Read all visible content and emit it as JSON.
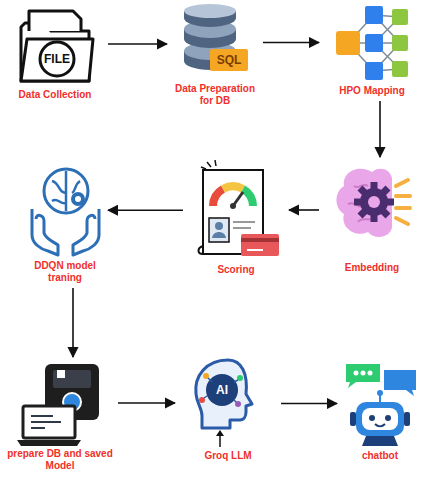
{
  "diagram": {
    "nodes": [
      {
        "text": [
          "Data Collection"
        ]
      },
      {
        "text": [
          "Data Preparation for DB"
        ]
      },
      {
        "text": [
          "HPO Mapping"
        ]
      },
      {
        "text": [
          "Embedding"
        ]
      },
      {
        "text": [
          "Scoring"
        ]
      },
      {
        "text": [
          "DDQN model traning"
        ]
      },
      {
        "text": [
          "prepare DB and saved Model"
        ]
      },
      {
        "text": [
          "Groq LLM"
        ]
      },
      {
        "text": [
          "chatbot"
        ]
      }
    ],
    "edges": [
      {
        "from": 0,
        "to": 1,
        "arrow": "to"
      },
      {
        "from": 1,
        "to": 2,
        "arrow": "to"
      },
      {
        "from": 2,
        "to": 3,
        "arrow": "to"
      },
      {
        "from": 3,
        "to": 4,
        "arrow": "to"
      },
      {
        "from": 4,
        "to": 5,
        "arrow": "to"
      },
      {
        "from": 5,
        "to": 6,
        "arrow": "to"
      },
      {
        "from": 6,
        "to": 7,
        "arrow": "to"
      },
      {
        "from": 7,
        "to": 8,
        "arrow": "to"
      }
    ],
    "labels": [
      "FILE",
      "SQL",
      "AI"
    ]
  }
}
